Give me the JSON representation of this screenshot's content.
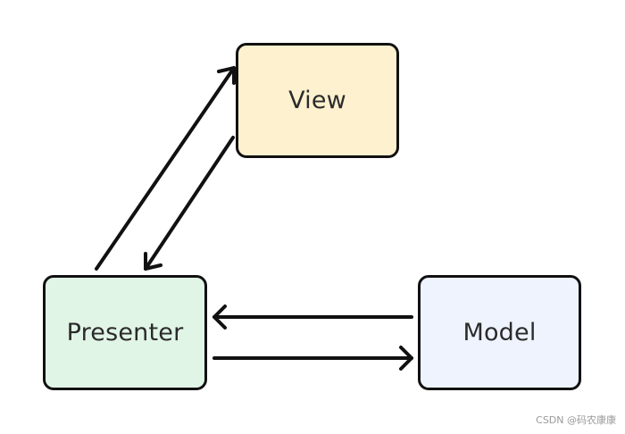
{
  "diagram": {
    "nodes": {
      "view": {
        "label": "View",
        "fill": "#fdf1cf"
      },
      "presenter": {
        "label": "Presenter",
        "fill": "#e1f5e6"
      },
      "model": {
        "label": "Model",
        "fill": "#eef3fd"
      }
    },
    "edges": [
      {
        "from": "presenter",
        "to": "view"
      },
      {
        "from": "view",
        "to": "presenter"
      },
      {
        "from": "model",
        "to": "presenter"
      },
      {
        "from": "presenter",
        "to": "model"
      }
    ],
    "stroke_color": "#111111"
  },
  "watermark": {
    "text": "CSDN @码农康康"
  }
}
